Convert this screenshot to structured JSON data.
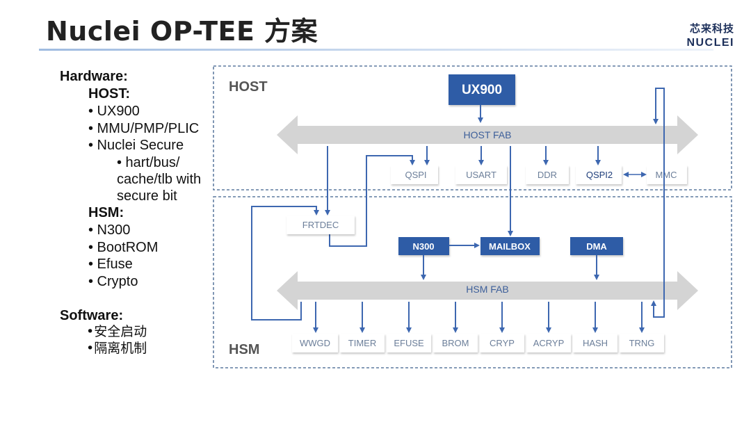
{
  "title": "Nuclei OP-TEE 方案",
  "logo": {
    "cn": "芯来科技",
    "en": "NUCLEI"
  },
  "left_panel": {
    "hardware_heading": "Hardware:",
    "host_heading": "HOST:",
    "host_items": [
      "• UX900",
      "• MMU/PMP/PLIC",
      "• Nuclei Secure"
    ],
    "host_subitem_lines": [
      "• hart/bus/",
      "cache/tlb with",
      "secure bit"
    ],
    "hsm_heading": "HSM:",
    "hsm_items": [
      "• N300",
      "• BootROM",
      "• Efuse",
      "• Crypto"
    ],
    "software_heading": "Software:",
    "software_items": [
      "•安全启动",
      "•隔离机制"
    ]
  },
  "diagram": {
    "host_region_label": "HOST",
    "hsm_region_label": "HSM",
    "cpu_label": "UX900",
    "host_bus_label": "HOST FAB",
    "hsm_bus_label": "HSM FAB",
    "host_peripherals": [
      "QSPI",
      "USART",
      "DDR",
      "QSPI2",
      "MMC"
    ],
    "frtdec_label": "FRTDEC",
    "n300_label": "N300",
    "mailbox_label": "MAILBOX",
    "dma_label": "DMA",
    "hsm_peripherals": [
      "WWGD",
      "TIMER",
      "EFUSE",
      "BROM",
      "CRYP",
      "ACRYP",
      "HASH",
      "TRNG"
    ],
    "colors": {
      "accent_blue": "#2f5ca6",
      "line_blue": "#3d67b0",
      "bus_gray": "#d4d4d4",
      "region_border": "#3c5f8c",
      "peripheral_text": "#6b7e99",
      "peripheral_text_dark": "#1e3d7a"
    }
  }
}
